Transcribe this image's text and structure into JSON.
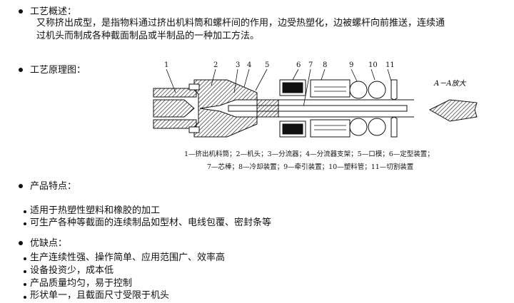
{
  "overview": {
    "heading": "工艺概述：",
    "line1": "又称挤出成型，是指物料通过挤出机料筒和螺杆间的作用，边受热塑化，边被螺杆向前推送，连续通",
    "line2": "过机头而制成各种截面制品或半制品的一种加工方法。"
  },
  "principle": {
    "heading": "工艺原理图：",
    "diagram": {
      "numbers": [
        "1",
        "2",
        "3",
        "4",
        "5",
        "6",
        "7",
        "8",
        "9",
        "10",
        "11"
      ],
      "section_label": "A－A放大",
      "caption_line1": "1—挤出机料筒；2—机头；3—分流器；4—分流器支架；5—口模；6—定型装置；",
      "caption_line2": "7—芯棒；8—冷却装置；9—牵引装置；10—塑料管；11—切割装置"
    }
  },
  "features": {
    "heading": "产品特点：",
    "items": [
      "适用于热塑性塑料和橡胶的加工",
      "可生产各种等截面的连续制品如型材、电线包覆、密封条等"
    ]
  },
  "pros_cons": {
    "heading": "优缺点：",
    "items": [
      "生产连续性强、操作简单、应用范围广、效率高",
      "设备投资少，成本低",
      "产品质量均匀，易于控制",
      "形状单一，且截面尺寸受限于机头"
    ]
  }
}
